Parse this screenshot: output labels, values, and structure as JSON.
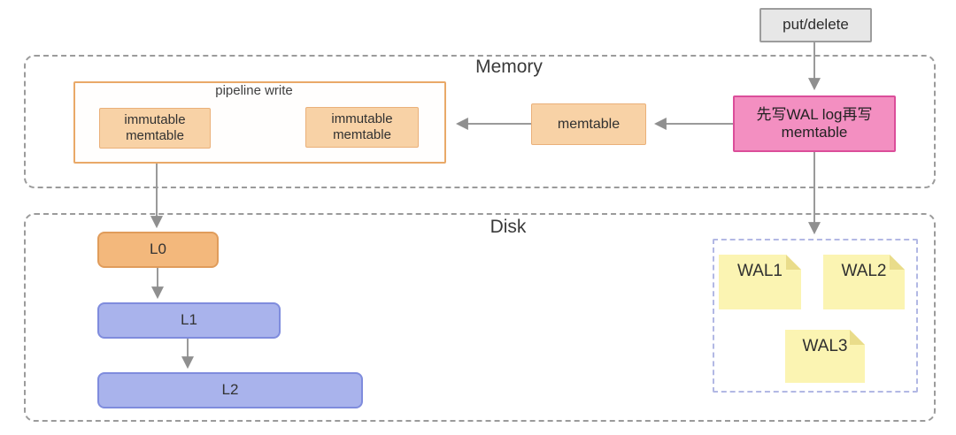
{
  "top": {
    "put_delete_label": "put/delete"
  },
  "memory": {
    "label": "Memory",
    "pipeline": {
      "label": "pipeline write",
      "immutable_left_label": "immutable memtable",
      "immutable_right_label": "immutable memtable"
    },
    "memtable_label": "memtable",
    "wal_write_label": "先写WAL log再写 memtable"
  },
  "disk": {
    "label": "Disk",
    "levels": [
      {
        "label": "L0"
      },
      {
        "label": "L1"
      },
      {
        "label": "L2"
      }
    ],
    "wal_files": [
      {
        "label": "WAL1"
      },
      {
        "label": "WAL2"
      },
      {
        "label": "WAL3"
      }
    ]
  },
  "colors": {
    "gray_box_fill": "#e7e7e7",
    "gray_box_border": "#9c9c9c",
    "section_dash": "#9b9b9b",
    "pipeline_border": "#e9a968",
    "peach_fill": "#f8d2a6",
    "peach_border": "#eab079",
    "pink_fill": "#f38fc1",
    "pink_border": "#db4e9a",
    "l0_fill": "#f3b87c",
    "l0_border": "#e09c5b",
    "blue_fill": "#a9b3ec",
    "blue_border": "#7f8cdd",
    "wal_dash": "#b2b8e4",
    "wal_note_fill": "#fbf4b2",
    "wal_note_fold": "#e9dc8a",
    "arrow": "#8f8f8f"
  }
}
